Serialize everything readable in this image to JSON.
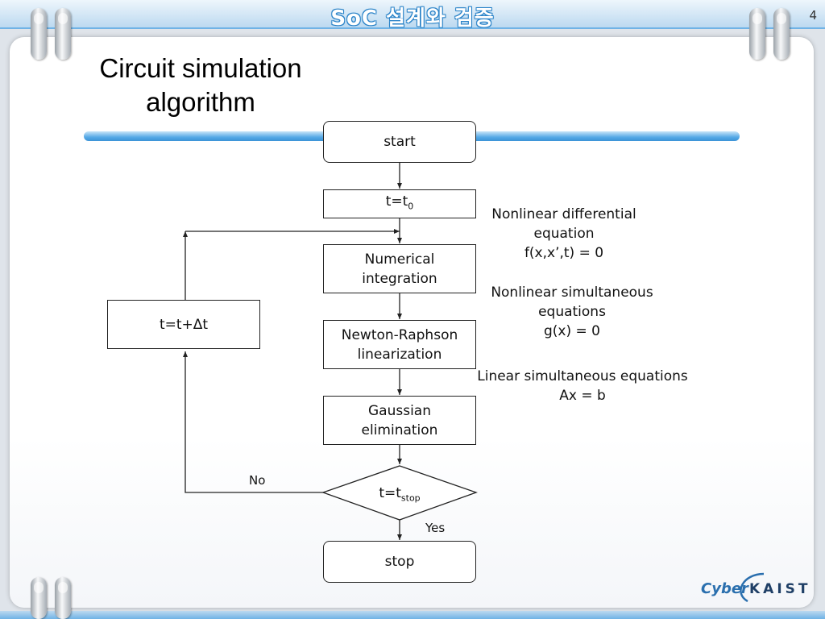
{
  "header": {
    "banner_title": "SoC 설계와 검증",
    "page_number": "4"
  },
  "slide": {
    "title": "Circuit simulation algorithm"
  },
  "flowchart": {
    "start": "start",
    "init": {
      "base": "t=t",
      "sub": "0"
    },
    "numerical": "Numerical integration",
    "newton": "Newton-Raphson linearization",
    "gaussian": "Gaussian elimination",
    "decision": {
      "base": "t=t",
      "sub": "stop"
    },
    "stop": "stop",
    "increment": "t=t+Δt",
    "no_label": "No",
    "yes_label": "Yes"
  },
  "annotations": {
    "nonlinear_diff_line1": "Nonlinear differential",
    "nonlinear_diff_line2": "equation",
    "nonlinear_diff_eq": "f(x,x’,t) = 0",
    "nonlinear_sim_line1": "Nonlinear simultaneous",
    "nonlinear_sim_line2": "equations",
    "nonlinear_sim_eq": "g(x) = 0",
    "linear_sim_line1": "Linear simultaneous equations",
    "linear_sim_eq": "Ax = b"
  },
  "logo": {
    "cyber": "Cyber",
    "kaist": "KAIST"
  },
  "colors": {
    "accent_blue": "#56a9e6",
    "banner_text": "#ffffff",
    "line": "#222222"
  }
}
